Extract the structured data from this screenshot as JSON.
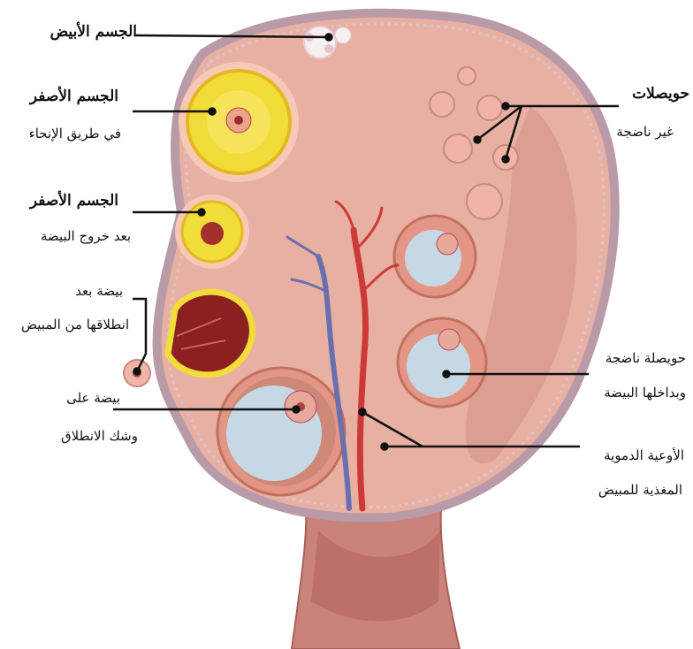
{
  "colors": {
    "tissue": "#e8b0a2",
    "tissue_dark": "#c9837a",
    "capsule": "#b89aa8",
    "corpus_luteum": "#f2dc3a",
    "artery": "#cc3a38",
    "vein": "#6a6fae",
    "antrum": "#c5d8e4"
  },
  "labels": {
    "corpus_albicans": "الجسم الأبيض",
    "corpus_luteum_degenerating_1": "الجسم الأصفر",
    "corpus_luteum_degenerating_2": "في طريق الإنحاء",
    "corpus_luteum_after_1": "الجسم الأصفر",
    "corpus_luteum_after_2": "بعد خروج البيضة",
    "released_egg_1": "بيضة بعد",
    "released_egg_2": "انطلاقها من المبيض",
    "egg_about_1": "بيضة على",
    "egg_about_2": "وشك الانطلاق",
    "immature_follicles_1": "حويصلات",
    "immature_follicles_2": "غير ناضجة",
    "mature_follicle_1": "حويصلة ناضجة",
    "mature_follicle_2": "وبداخلها البيضة",
    "blood_vessels_1": "الأوعية الدموية",
    "blood_vessels_2": "المغذية للمبيض"
  }
}
